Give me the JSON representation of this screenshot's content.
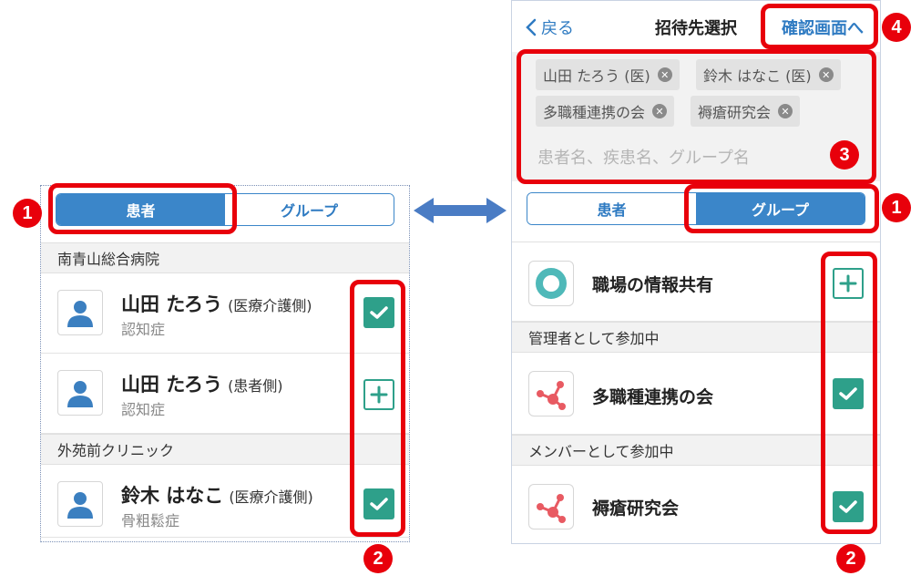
{
  "left": {
    "tabs": [
      {
        "label": "患者",
        "active": true
      },
      {
        "label": "グループ",
        "active": false
      }
    ],
    "sections": [
      {
        "header": "南青山総合病院",
        "rows": [
          {
            "name": "山田 たろう",
            "role": "(医療介護側)",
            "diagnosis": "認知症",
            "state": "checked"
          },
          {
            "name": "山田 たろう",
            "role": "(患者側)",
            "diagnosis": "認知症",
            "state": "add"
          }
        ]
      },
      {
        "header": "外苑前クリニック",
        "rows": [
          {
            "name": "鈴木 はなこ",
            "role": "(医療介護側)",
            "diagnosis": "骨粗鬆症",
            "state": "checked"
          }
        ]
      }
    ]
  },
  "right": {
    "nav": {
      "back": "戻る",
      "title": "招待先選択",
      "confirm": "確認画面へ"
    },
    "tags": [
      "山田 たろう (医)",
      "鈴木 はなこ (医)",
      "多職種連携の会",
      "褥瘡研究会"
    ],
    "search_placeholder": "患者名、疾患名、グループ名",
    "tabs": [
      {
        "label": "患者",
        "active": false
      },
      {
        "label": "グループ",
        "active": true
      }
    ],
    "groups_top": {
      "name": "職場の情報共有",
      "state": "add"
    },
    "sections": [
      {
        "header": "管理者として参加中",
        "group": {
          "name": "多職種連携の会",
          "state": "checked"
        }
      },
      {
        "header": "メンバーとして参加中",
        "group": {
          "name": "褥瘡研究会",
          "state": "checked"
        }
      }
    ]
  },
  "annotations": {
    "b1": "1",
    "b2": "2",
    "b3": "3",
    "b4": "4"
  },
  "colors": {
    "accent": "#3b86c9",
    "check": "#2ea08a",
    "annotation": "#e8000b",
    "network_icon": "#e85a62",
    "ring_icon": "#4fb9b9"
  }
}
